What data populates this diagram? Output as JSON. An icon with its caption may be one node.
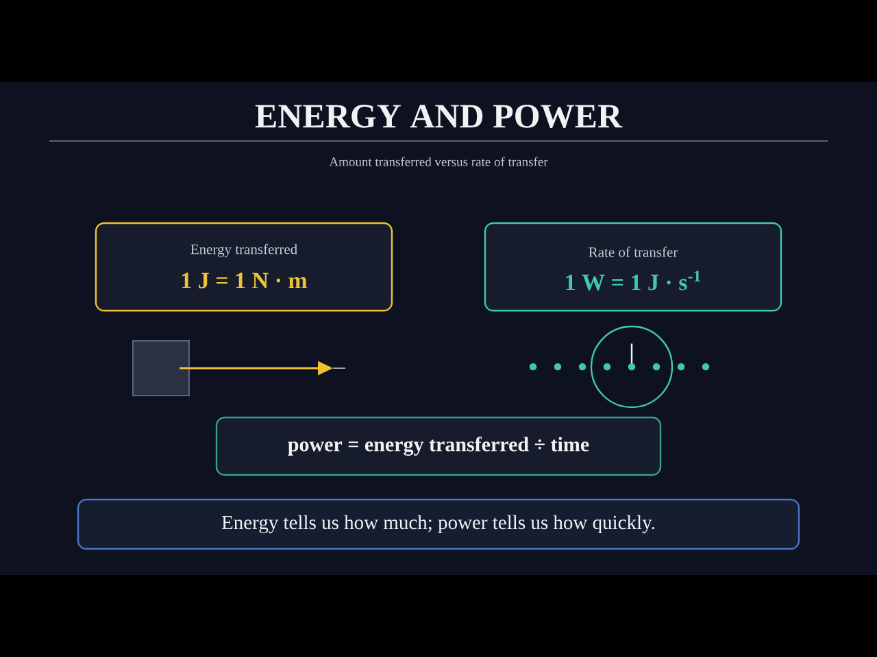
{
  "diagram": {
    "title": "ENERGY AND POWER",
    "nodes": [
      {
        "text": [
          "Energy transferred",
          "1 J = 1 N · m"
        ]
      },
      {
        "text": [
          "Rate of transfer",
          "1 W = 1 J · s$^{-1}$"
        ]
      },
      {
        "text": [
          "power = energy transferred ÷ time"
        ]
      },
      {
        "text": [
          "Energy tells us how much; power tells us how quickly."
        ]
      }
    ],
    "labels": [
      "Amount transferred versus rate of transfer"
    ]
  }
}
